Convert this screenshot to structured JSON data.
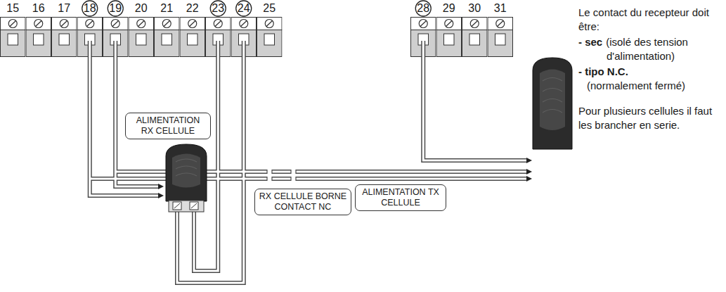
{
  "diagram": {
    "nodes": [
      {
        "text": [
          "ALIMENTATION RX CELLULE"
        ]
      },
      {
        "text": [
          "ALIMENTATION TX CELLULE"
        ]
      },
      {
        "text": [
          "RX CELLULE BORNE CONTACT NC"
        ]
      }
    ],
    "labels": [
      "15",
      "16",
      "17",
      "18",
      "19",
      "20",
      "21",
      "22",
      "23",
      "24",
      "25",
      "28",
      "29",
      "30",
      "31",
      "Le contact du recepteur doit être:",
      "- sec",
      "(isolé des tension d'alimentation)",
      "- tipo N.C.",
      "(normalement fermé)",
      "Pour plusieurs cellules il faut les brancher en serie."
    ]
  }
}
